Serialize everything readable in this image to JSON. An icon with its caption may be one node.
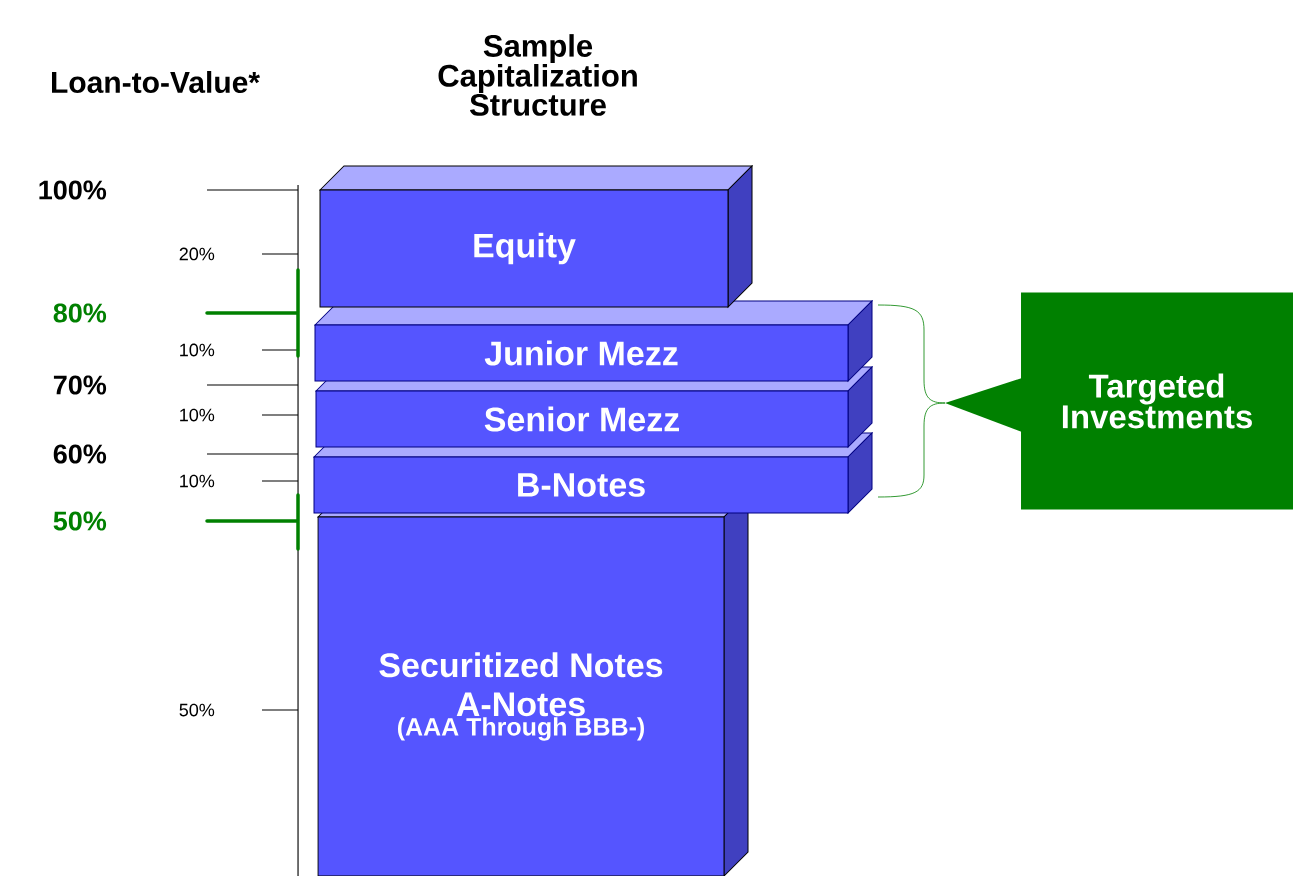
{
  "diagram": {
    "title": "Sample Capitalization Structure",
    "nodes": [
      {
        "text": [
          "Equity"
        ]
      },
      {
        "text": [
          "Junior Mezz"
        ]
      },
      {
        "text": [
          "Senior Mezz"
        ]
      },
      {
        "text": [
          "B-Notes"
        ]
      },
      {
        "text": [
          "Securitized Notes A-Notes",
          "(AAA Through BBB-)"
        ]
      },
      {
        "text": [
          "Targeted Investments"
        ]
      }
    ],
    "edges": [],
    "labels": [
      "Loan-to-Value*",
      "100%",
      "20%",
      "80%",
      "10%",
      "70%",
      "10%",
      "60%",
      "10%",
      "50%",
      "50%"
    ]
  }
}
